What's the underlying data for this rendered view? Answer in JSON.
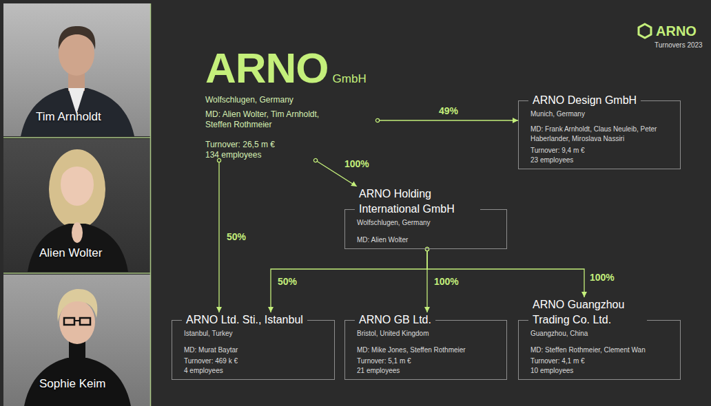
{
  "diagram": {
    "nodes": [
      {
        "text": [
          "ARNO",
          "GmbH",
          "Wolfschlugen, Germany",
          "MD: Alien Wolter, Tim Arnholdt, Steffen Rothmeier",
          "Turnover: 26,5 m €",
          "134 employees"
        ]
      },
      {
        "text": [
          "ARNO Design GmbH",
          "Munich, Germany",
          "MD: Frank Arnholdt, Claus Neuleib, Peter Haberlander, Miroslava Nassiri",
          "Turnover: 9,4 m €",
          "23 employees"
        ]
      },
      {
        "text": [
          "ARNO Holding International GmbH",
          "Wolfschlugen, Germany",
          "MD: Alien Wolter"
        ]
      },
      {
        "text": [
          "ARNO Ltd. Sti., Istanbul",
          "Istanbul, Turkey",
          "MD: Murat Baytar",
          "Turnover: 469 k €",
          "4 employees"
        ]
      },
      {
        "text": [
          "ARNO GB Ltd.",
          "Bristol, United Kingdom",
          "MD: Mike Jones, Steffen Rothmeier",
          "Turnover: 5,1 m €",
          "21 employees"
        ]
      },
      {
        "text": [
          "ARNO Guangzhou Trading Co. Ltd.",
          "Guangzhou, China",
          "MD: Steffen Rothmeier, Clement Wan",
          "Turnover: 4,1 m €",
          "10 employees"
        ]
      }
    ],
    "edges": [
      {
        "from": 0,
        "to": 1,
        "label": "49%",
        "arrow": "to"
      },
      {
        "from": 0,
        "to": 2,
        "label": "100%",
        "arrow": "to"
      },
      {
        "from": 0,
        "to": 3,
        "label": "50%",
        "arrow": "to"
      },
      {
        "from": 2,
        "to": 3,
        "label": "50%",
        "arrow": "to"
      },
      {
        "from": 2,
        "to": 4,
        "label": "100%",
        "arrow": "to"
      },
      {
        "from": 2,
        "to": 5,
        "label": "100%",
        "arrow": "to"
      }
    ],
    "labels": [
      "Tim Arnholdt",
      "Alien Wolter",
      "Sophie Keim",
      "ARNO",
      "Turnovers 2023"
    ]
  }
}
